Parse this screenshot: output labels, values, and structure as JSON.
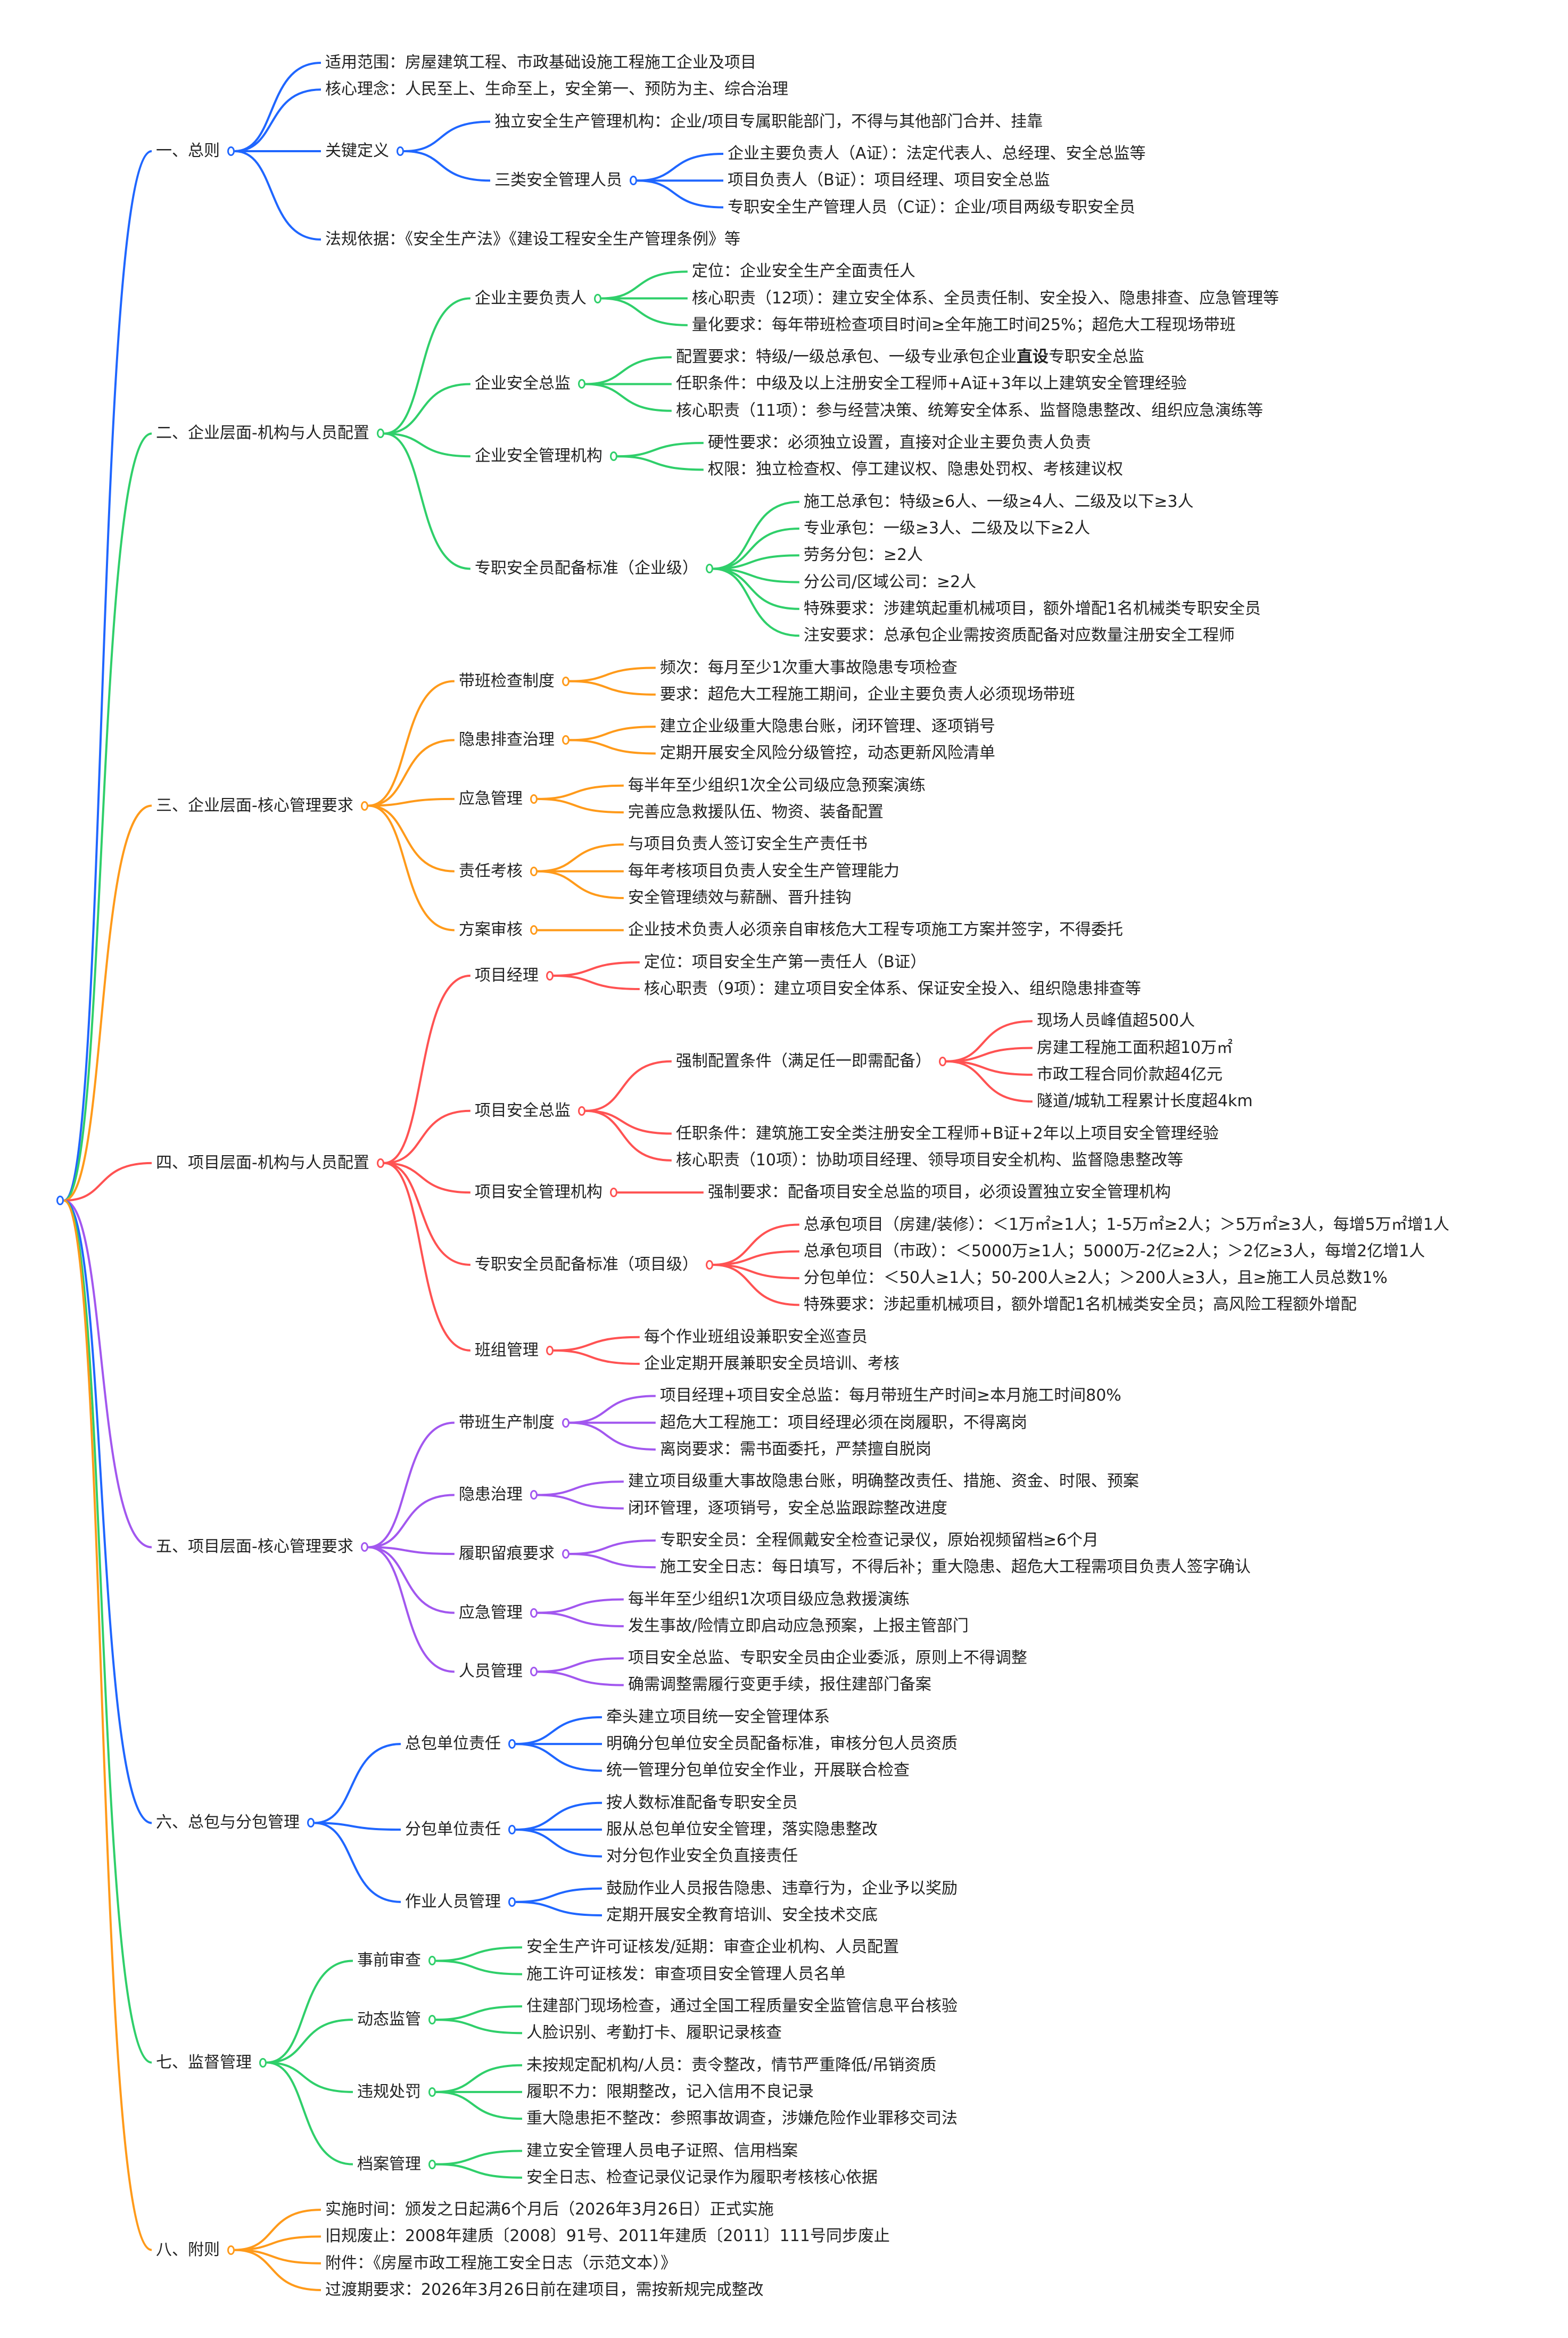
{
  "colors": {
    "branch_palette": [
      "#1f66ff",
      "#2fcf6a",
      "#ff9a1a",
      "#ff5252",
      "#a257ef",
      "#1f66ff",
      "#2fcf6a",
      "#ff9a1a"
    ],
    "root": "#1f66ff",
    "text": "#222222"
  },
  "tree": [
    {
      "label": "一、总则",
      "children": [
        {
          "label": "适用范围：房屋建筑工程、市政基础设施工程施工企业及项目"
        },
        {
          "label": "核心理念：人民至上、生命至上，安全第一、预防为主、综合治理"
        },
        {
          "label": "关键定义",
          "children": [
            {
              "label": "独立安全生产管理机构：企业/项目专属职能部门，不得与其他部门合并、挂靠"
            },
            {
              "label": "三类安全管理人员",
              "children": [
                {
                  "label": "企业主要负责人（A证）：法定代表人、总经理、安全总监等"
                },
                {
                  "label": "项目负责人（B证）：项目经理、项目安全总监"
                },
                {
                  "label": "专职安全生产管理人员（C证）：企业/项目两级专职安全员"
                }
              ]
            }
          ]
        },
        {
          "label": "法规依据：《安全生产法》《建设工程安全生产管理条例》等"
        }
      ]
    },
    {
      "label": "二、企业层面-机构与人员配置",
      "children": [
        {
          "label": "企业主要负责人",
          "children": [
            {
              "label": "定位：企业安全生产全面责任人"
            },
            {
              "label": "核心职责（12项）：建立安全体系、全员责任制、安全投入、隐患排查、应急管理等"
            },
            {
              "label": "量化要求：每年带班检查项目时间≥全年施工时间25%；超危大工程现场带班"
            }
          ]
        },
        {
          "label": "企业安全总监",
          "children": [
            {
              "label": "配置要求：特级/一级总承包、一级专业承包企业直设专职安全总监",
              "parts": [
                {
                  "t": "配置要求：特级/一级总承包、一级专业承包企业"
                },
                {
                  "t": "直设",
                  "b": true
                },
                {
                  "t": "专职安全总监"
                }
              ]
            },
            {
              "label": "任职条件：中级及以上注册安全工程师+A证+3年以上建筑安全管理经验"
            },
            {
              "label": "核心职责（11项）：参与经营决策、统筹安全体系、监督隐患整改、组织应急演练等"
            }
          ]
        },
        {
          "label": "企业安全管理机构",
          "children": [
            {
              "label": "硬性要求：必须独立设置，直接对企业主要负责人负责"
            },
            {
              "label": "权限：独立检查权、停工建议权、隐患处罚权、考核建议权"
            }
          ]
        },
        {
          "label": "专职安全员配备标准（企业级）",
          "children": [
            {
              "label": "施工总承包：特级≥6人、一级≥4人、二级及以下≥3人"
            },
            {
              "label": "专业承包：一级≥3人、二级及以下≥2人"
            },
            {
              "label": "劳务分包：≥2人"
            },
            {
              "label": "分公司/区域公司：≥2人"
            },
            {
              "label": "特殊要求：涉建筑起重机械项目，额外增配1名机械类专职安全员"
            },
            {
              "label": "注安要求：总承包企业需按资质配备对应数量注册安全工程师"
            }
          ]
        }
      ]
    },
    {
      "label": "三、企业层面-核心管理要求",
      "children": [
        {
          "label": "带班检查制度",
          "children": [
            {
              "label": "频次：每月至少1次重大事故隐患专项检查"
            },
            {
              "label": "要求：超危大工程施工期间，企业主要负责人必须现场带班"
            }
          ]
        },
        {
          "label": "隐患排查治理",
          "children": [
            {
              "label": "建立企业级重大隐患台账，闭环管理、逐项销号"
            },
            {
              "label": "定期开展安全风险分级管控，动态更新风险清单"
            }
          ]
        },
        {
          "label": "应急管理",
          "children": [
            {
              "label": "每半年至少组织1次全公司级应急预案演练"
            },
            {
              "label": "完善应急救援队伍、物资、装备配置"
            }
          ]
        },
        {
          "label": "责任考核",
          "children": [
            {
              "label": "与项目负责人签订安全生产责任书"
            },
            {
              "label": "每年考核项目负责人安全生产管理能力"
            },
            {
              "label": "安全管理绩效与薪酬、晋升挂钩"
            }
          ]
        },
        {
          "label": "方案审核",
          "children": [
            {
              "label": "企业技术负责人必须亲自审核危大工程专项施工方案并签字，不得委托"
            }
          ]
        }
      ]
    },
    {
      "label": "四、项目层面-机构与人员配置",
      "children": [
        {
          "label": "项目经理",
          "children": [
            {
              "label": "定位：项目安全生产第一责任人（B证）"
            },
            {
              "label": "核心职责（9项）：建立项目安全体系、保证安全投入、组织隐患排查等"
            }
          ]
        },
        {
          "label": "项目安全总监",
          "children": [
            {
              "label": "强制配置条件（满足任一即需配备）",
              "children": [
                {
                  "label": "现场人员峰值超500人"
                },
                {
                  "label": "房建工程施工面积超10万㎡"
                },
                {
                  "label": "市政工程合同价款超4亿元"
                },
                {
                  "label": "隧道/城轨工程累计长度超4km"
                }
              ]
            },
            {
              "label": "任职条件：建筑施工安全类注册安全工程师+B证+2年以上项目安全管理经验"
            },
            {
              "label": "核心职责（10项）：协助项目经理、领导项目安全机构、监督隐患整改等"
            }
          ]
        },
        {
          "label": "项目安全管理机构",
          "children": [
            {
              "label": "强制要求：配备项目安全总监的项目，必须设置独立安全管理机构"
            }
          ]
        },
        {
          "label": "专职安全员配备标准（项目级）",
          "children": [
            {
              "label": "总承包项目（房建/装修）：＜1万㎡≥1人；1-5万㎡≥2人；＞5万㎡≥3人，每增5万㎡增1人"
            },
            {
              "label": "总承包项目（市政）：＜5000万≥1人；5000万-2亿≥2人；＞2亿≥3人，每增2亿增1人"
            },
            {
              "label": "分包单位：＜50人≥1人；50-200人≥2人；＞200人≥3人，且≥施工人员总数1%"
            },
            {
              "label": "特殊要求：涉起重机械项目，额外增配1名机械类安全员；高风险工程额外增配"
            }
          ]
        },
        {
          "label": "班组管理",
          "children": [
            {
              "label": "每个作业班组设兼职安全巡查员"
            },
            {
              "label": "企业定期开展兼职安全员培训、考核"
            }
          ]
        }
      ]
    },
    {
      "label": "五、项目层面-核心管理要求",
      "children": [
        {
          "label": "带班生产制度",
          "children": [
            {
              "label": "项目经理+项目安全总监：每月带班生产时间≥本月施工时间80%"
            },
            {
              "label": "超危大工程施工：项目经理必须在岗履职，不得离岗"
            },
            {
              "label": "离岗要求：需书面委托，严禁擅自脱岗"
            }
          ]
        },
        {
          "label": "隐患治理",
          "children": [
            {
              "label": "建立项目级重大事故隐患台账，明确整改责任、措施、资金、时限、预案"
            },
            {
              "label": "闭环管理，逐项销号，安全总监跟踪整改进度"
            }
          ]
        },
        {
          "label": "履职留痕要求",
          "children": [
            {
              "label": "专职安全员：全程佩戴安全检查记录仪，原始视频留档≥6个月"
            },
            {
              "label": "施工安全日志：每日填写，不得后补；重大隐患、超危大工程需项目负责人签字确认"
            }
          ]
        },
        {
          "label": "应急管理",
          "children": [
            {
              "label": "每半年至少组织1次项目级应急救援演练"
            },
            {
              "label": "发生事故/险情立即启动应急预案，上报主管部门"
            }
          ]
        },
        {
          "label": "人员管理",
          "children": [
            {
              "label": "项目安全总监、专职安全员由企业委派，原则上不得调整"
            },
            {
              "label": "确需调整需履行变更手续，报住建部门备案"
            }
          ]
        }
      ]
    },
    {
      "label": "六、总包与分包管理",
      "children": [
        {
          "label": "总包单位责任",
          "children": [
            {
              "label": "牵头建立项目统一安全管理体系"
            },
            {
              "label": "明确分包单位安全员配备标准，审核分包人员资质"
            },
            {
              "label": "统一管理分包单位安全作业，开展联合检查"
            }
          ]
        },
        {
          "label": "分包单位责任",
          "children": [
            {
              "label": "按人数标准配备专职安全员"
            },
            {
              "label": "服从总包单位安全管理，落实隐患整改"
            },
            {
              "label": "对分包作业安全负直接责任"
            }
          ]
        },
        {
          "label": "作业人员管理",
          "children": [
            {
              "label": "鼓励作业人员报告隐患、违章行为，企业予以奖励"
            },
            {
              "label": "定期开展安全教育培训、安全技术交底"
            }
          ]
        }
      ]
    },
    {
      "label": "七、监督管理",
      "children": [
        {
          "label": "事前审查",
          "children": [
            {
              "label": "安全生产许可证核发/延期：审查企业机构、人员配置"
            },
            {
              "label": "施工许可证核发：审查项目安全管理人员名单"
            }
          ]
        },
        {
          "label": "动态监管",
          "children": [
            {
              "label": "住建部门现场检查，通过全国工程质量安全监管信息平台核验"
            },
            {
              "label": "人脸识别、考勤打卡、履职记录核查"
            }
          ]
        },
        {
          "label": "违规处罚",
          "children": [
            {
              "label": "未按规定配机构/人员：责令整改，情节严重降低/吊销资质"
            },
            {
              "label": "履职不力：限期整改，记入信用不良记录"
            },
            {
              "label": "重大隐患拒不整改：参照事故调查，涉嫌危险作业罪移交司法"
            }
          ]
        },
        {
          "label": "档案管理",
          "children": [
            {
              "label": "建立安全管理人员电子证照、信用档案"
            },
            {
              "label": "安全日志、检查记录仪记录作为履职考核核心依据"
            }
          ]
        }
      ]
    },
    {
      "label": "八、附则",
      "children": [
        {
          "label": "实施时间：颁发之日起满6个月后（2026年3月26日）正式实施"
        },
        {
          "label": "旧规废止：2008年建质〔2008〕91号、2011年建质〔2011〕111号同步废止"
        },
        {
          "label": "附件：《房屋市政工程施工安全日志（示范文本）》"
        },
        {
          "label": "过渡期要求：2026年3月26日前在建项目，需按新规完成整改"
        }
      ]
    }
  ]
}
